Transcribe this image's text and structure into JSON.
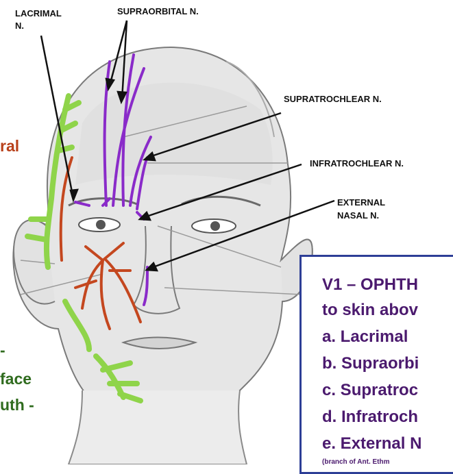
{
  "labels": {
    "lacrimal_line1": "LACRIMAL",
    "lacrimal_line2": "N.",
    "supraorbital": "SUPRAORBITAL N.",
    "supratrochlear": "SUPRATROCHLEAR N.",
    "infratrochlear": "INFRATROCHLEAR N.",
    "external_nasal_line1": "EXTERNAL",
    "external_nasal_line2": "NASAL  N."
  },
  "side_text": {
    "red_fragment": "ral",
    "green_line1": "-",
    "green_line2": "face",
    "green_line3": "uth -"
  },
  "info_box": {
    "line1": "V1 – OPHTH",
    "line2": "to skin abov",
    "line3": "a. Lacrimal",
    "line4": "b. Supraorbi",
    "line5": "c. Supratroc",
    "line6": "d. Infratroch",
    "line7": "e. External N",
    "line8": "(branch of Ant. Ethm"
  },
  "colors": {
    "nerve_purple": "#8a2bc9",
    "nerve_red": "#c4471f",
    "nerve_green": "#8fd44a",
    "box_border": "#2d3e96",
    "box_text": "#4b1a6e",
    "red_text": "#b8401a",
    "green_text": "#2f6b1e"
  }
}
